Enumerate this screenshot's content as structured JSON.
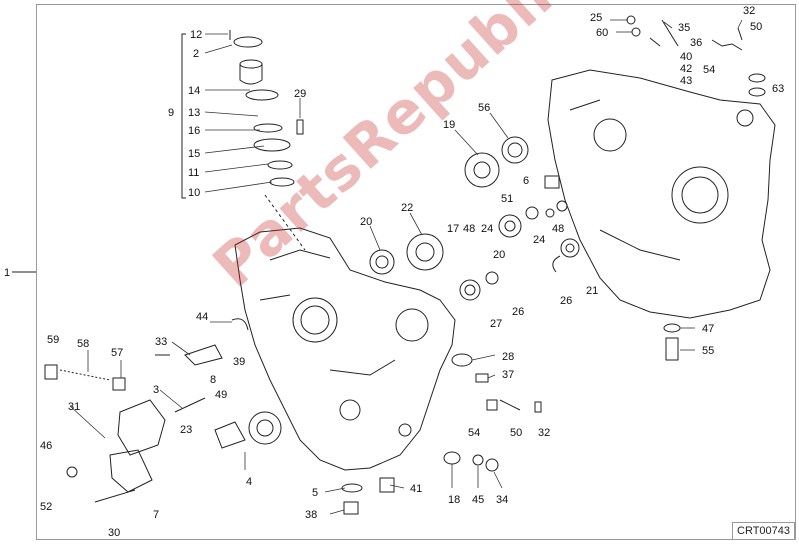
{
  "diagram": {
    "code": "CRT00743",
    "watermark": "PartsRepublik"
  },
  "callouts": [
    {
      "id": "c1",
      "text": "1"
    },
    {
      "id": "c12",
      "text": "12"
    },
    {
      "id": "c2",
      "text": "2"
    },
    {
      "id": "c14",
      "text": "14"
    },
    {
      "id": "c9",
      "text": "9"
    },
    {
      "id": "c13",
      "text": "13"
    },
    {
      "id": "c16",
      "text": "16"
    },
    {
      "id": "c15",
      "text": "15"
    },
    {
      "id": "c11",
      "text": "11"
    },
    {
      "id": "c10",
      "text": "10"
    },
    {
      "id": "c29",
      "text": "29"
    },
    {
      "id": "c19",
      "text": "19"
    },
    {
      "id": "c56",
      "text": "56"
    },
    {
      "id": "c20a",
      "text": "20"
    },
    {
      "id": "c22",
      "text": "22"
    },
    {
      "id": "c17",
      "text": "17"
    },
    {
      "id": "c48a",
      "text": "48"
    },
    {
      "id": "c24a",
      "text": "24"
    },
    {
      "id": "c27",
      "text": "27"
    },
    {
      "id": "c26a",
      "text": "26"
    },
    {
      "id": "c6",
      "text": "6"
    },
    {
      "id": "c51",
      "text": "51"
    },
    {
      "id": "c20b",
      "text": "20"
    },
    {
      "id": "c24b",
      "text": "24"
    },
    {
      "id": "c48b",
      "text": "48"
    },
    {
      "id": "c26b",
      "text": "26"
    },
    {
      "id": "c21",
      "text": "21"
    },
    {
      "id": "c25",
      "text": "25"
    },
    {
      "id": "c60",
      "text": "60"
    },
    {
      "id": "c35",
      "text": "35"
    },
    {
      "id": "c36",
      "text": "36"
    },
    {
      "id": "c40",
      "text": "40"
    },
    {
      "id": "c42",
      "text": "42"
    },
    {
      "id": "c43",
      "text": "43"
    },
    {
      "id": "c32a",
      "text": "32"
    },
    {
      "id": "c50a",
      "text": "50"
    },
    {
      "id": "c54a",
      "text": "54"
    },
    {
      "id": "c63",
      "text": "63"
    },
    {
      "id": "c47",
      "text": "47"
    },
    {
      "id": "c55",
      "text": "55"
    },
    {
      "id": "c44",
      "text": "44"
    },
    {
      "id": "c33",
      "text": "33"
    },
    {
      "id": "c39",
      "text": "39"
    },
    {
      "id": "c8",
      "text": "8"
    },
    {
      "id": "c49",
      "text": "49"
    },
    {
      "id": "c59",
      "text": "59"
    },
    {
      "id": "c58",
      "text": "58"
    },
    {
      "id": "c57",
      "text": "57"
    },
    {
      "id": "c3",
      "text": "3"
    },
    {
      "id": "c31",
      "text": "31"
    },
    {
      "id": "c23",
      "text": "23"
    },
    {
      "id": "c4",
      "text": "4"
    },
    {
      "id": "c46",
      "text": "46"
    },
    {
      "id": "c52",
      "text": "52"
    },
    {
      "id": "c7",
      "text": "7"
    },
    {
      "id": "c30",
      "text": "30"
    },
    {
      "id": "c28",
      "text": "28"
    },
    {
      "id": "c37",
      "text": "37"
    },
    {
      "id": "c54b",
      "text": "54"
    },
    {
      "id": "c50b",
      "text": "50"
    },
    {
      "id": "c32b",
      "text": "32"
    },
    {
      "id": "c5",
      "text": "5"
    },
    {
      "id": "c41",
      "text": "41"
    },
    {
      "id": "c38",
      "text": "38"
    },
    {
      "id": "c18",
      "text": "18"
    },
    {
      "id": "c45",
      "text": "45"
    },
    {
      "id": "c34",
      "text": "34"
    }
  ]
}
